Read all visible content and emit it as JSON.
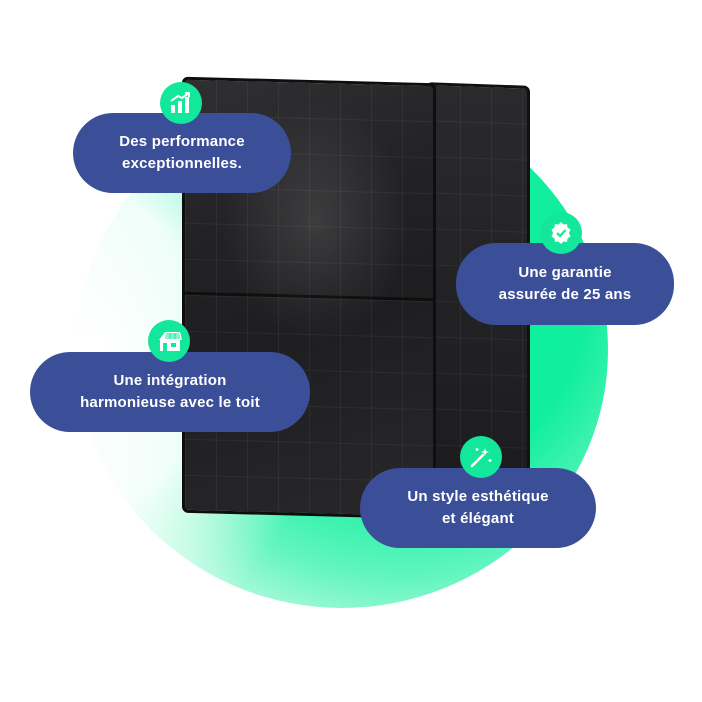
{
  "features": {
    "performance": {
      "line1": "Des performance",
      "line2": "exceptionnelles.",
      "icon": "chart-growth-icon"
    },
    "guarantee": {
      "line1": "Une garantie",
      "line2": "assurée de 25 ans",
      "icon": "certified-badge-icon"
    },
    "integration": {
      "line1": "Une intégration",
      "line2": "harmonieuse avec le toit",
      "icon": "house-solar-roof-icon"
    },
    "style": {
      "line1": "Un style esthétique",
      "line2": "et élégant",
      "icon": "magic-wand-icon"
    }
  },
  "colors": {
    "pill_background": "#3b4f98",
    "badge_background": "#13e79c",
    "glow": "#07f09a",
    "panel": "#232325"
  }
}
